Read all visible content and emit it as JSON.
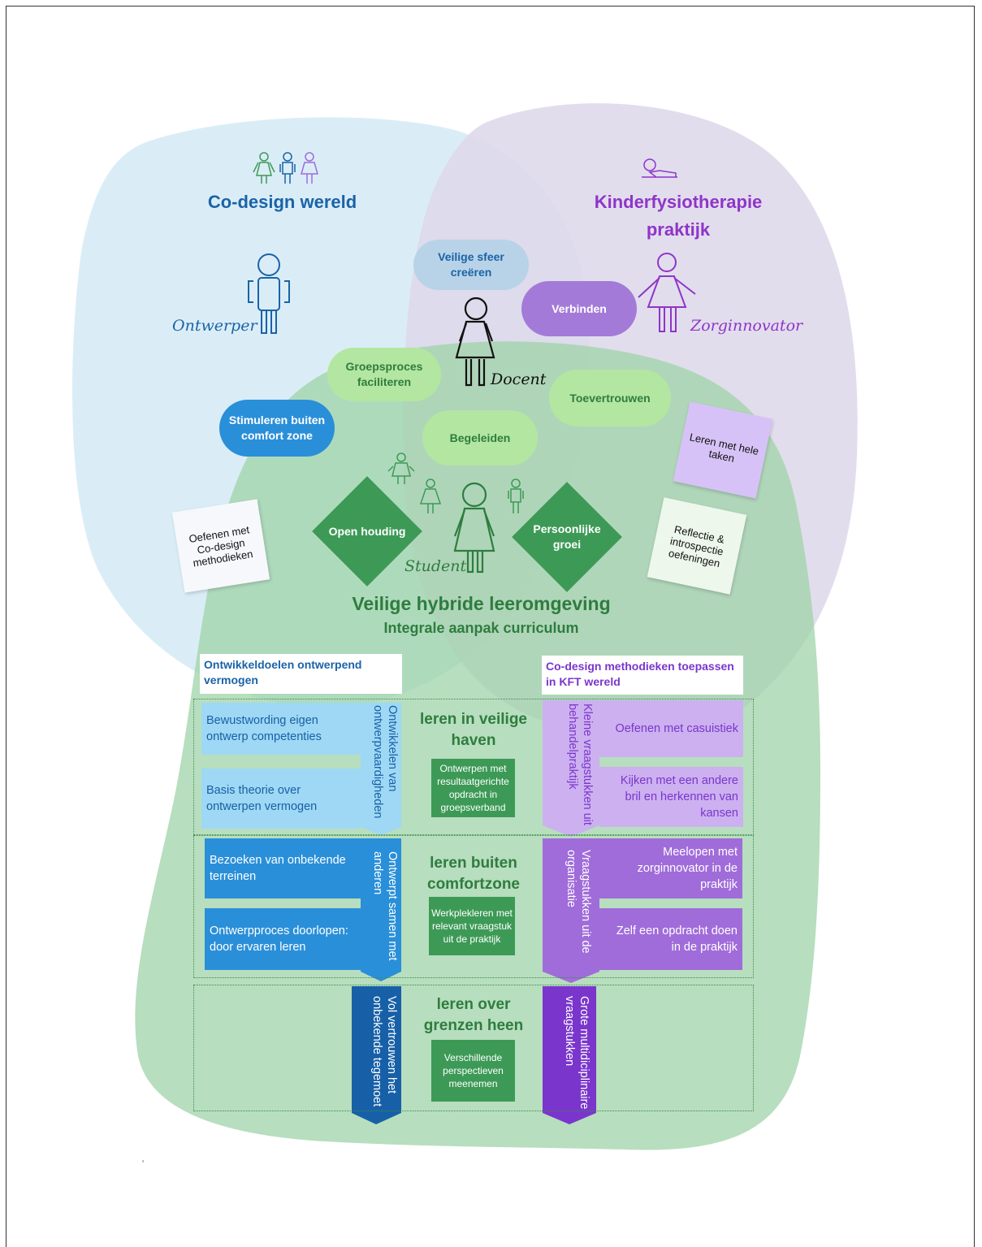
{
  "colors": {
    "blue": "#1b63a7",
    "purple": "#8e35c9",
    "green": "#2e7d3e",
    "light_blue_box": "#9fd8f4",
    "mid_blue_box": "#2a8fd9",
    "dark_blue_arrow": "#1760a8",
    "light_purple_box": "#ccb0f0",
    "mid_purple_box": "#a06cda",
    "dark_purple_arrow": "#7a36cc"
  },
  "co_design": {
    "title": "Co-design wereld",
    "ontwerper": "Ontwerper"
  },
  "kft": {
    "title_line1": "Kinderfysiotherapie",
    "title_line2": "praktijk",
    "zorginnovator": "Zorginnovator"
  },
  "center": {
    "docent": "Docent",
    "student": "Student"
  },
  "pills": {
    "veilige_sfeer": "Veilige sfeer creëren",
    "verbinden": "Verbinden",
    "groepsproces": "Groepsproces faciliteren",
    "toevertrouwen": "Toevertrouwen",
    "stimuleren": "Stimuleren buiten comfort zone",
    "begeleiden": "Begeleiden"
  },
  "diamonds": {
    "open_houding": "Open houding",
    "persoonlijke_groei": "Persoonlijke groei"
  },
  "cards": {
    "oefenen_codesign": "Oefenen met Co-design methodieken",
    "leren_hele_taken": "Leren met hele taken",
    "reflectie": "Reflectie & introspectie oefeningen"
  },
  "main_title": "Veilige hybride leeromgeving",
  "main_subtitle": "Integrale aanpak curriculum",
  "left_header": "Ontwikkeldoelen ontwerpend vermogen",
  "right_header": "Co-design methodieken toepassen in KFT wereld",
  "levels": [
    {
      "title": "leren in veilige haven",
      "box": "Ontwerpen met resultaatgerichte opdracht in groepsverband"
    },
    {
      "title": "leren buiten comfortzone",
      "box": "Werkplekleren met relevant vraagstuk uit de praktijk"
    },
    {
      "title": "leren over grenzen heen",
      "box": "Verschillende perspectieven meenemen"
    }
  ],
  "left_boxes": [
    "Bewustwording eigen ontwerp competenties",
    "Basis theorie over ontwerpen vermogen",
    "Bezoeken van onbekende terreinen",
    "Ontwerpproces doorlopen: door ervaren leren"
  ],
  "left_arrows": [
    "Ontwikkelen van ontwerpvaardigheden",
    "Ontwerpt samen met anderen",
    "Vol vertrouwen het onbekende tegemoet"
  ],
  "right_boxes": [
    "Oefenen met casuistiek",
    "Kijken met een andere bril en herkennen van kansen",
    "Meelopen met zorginnovator in de praktijk",
    "Zelf een opdracht doen in de praktijk"
  ],
  "right_arrows": [
    "Kleine vraagstukken uit behandelpraktijk",
    "Vraagstukken uit de organisatie",
    "Grote multidiciplinaire vraagstukken"
  ],
  "footnote": "‘"
}
